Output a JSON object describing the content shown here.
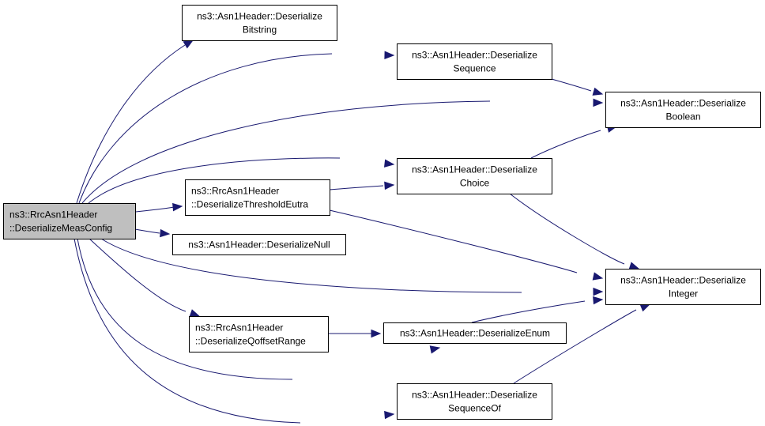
{
  "diagram": {
    "type": "call-graph",
    "colors": {
      "edge": "#191970",
      "root_fill": "#bfbfbf",
      "node_fill": "#ffffff",
      "node_border": "#000000"
    },
    "nodes": [
      {
        "id": "root",
        "lines": [
          "ns3::RrcAsn1Header",
          "::DeserializeMeasConfig"
        ],
        "root": true,
        "align": "left"
      },
      {
        "id": "bitstring",
        "lines": [
          "ns3::Asn1Header::Deserialize",
          "Bitstring"
        ],
        "align": "center"
      },
      {
        "id": "sequence",
        "lines": [
          "ns3::Asn1Header::Deserialize",
          "Sequence"
        ],
        "align": "center"
      },
      {
        "id": "boolean",
        "lines": [
          "ns3::Asn1Header::Deserialize",
          "Boolean"
        ],
        "align": "center"
      },
      {
        "id": "choice",
        "lines": [
          "ns3::Asn1Header::Deserialize",
          "Choice"
        ],
        "align": "center"
      },
      {
        "id": "threshold",
        "lines": [
          "ns3::RrcAsn1Header",
          "::DeserializeThresholdEutra"
        ],
        "align": "left"
      },
      {
        "id": "null",
        "lines": [
          "ns3::Asn1Header::DeserializeNull"
        ],
        "align": "center"
      },
      {
        "id": "integer",
        "lines": [
          "ns3::Asn1Header::Deserialize",
          "Integer"
        ],
        "align": "center"
      },
      {
        "id": "qoffset",
        "lines": [
          "ns3::RrcAsn1Header",
          "::DeserializeQoffsetRange"
        ],
        "align": "left"
      },
      {
        "id": "enum",
        "lines": [
          "ns3::Asn1Header::DeserializeEnum"
        ],
        "align": "center"
      },
      {
        "id": "sequenceof",
        "lines": [
          "ns3::Asn1Header::Deserialize",
          "SequenceOf"
        ],
        "align": "center"
      }
    ],
    "edges": [
      {
        "from": "root",
        "to": "bitstring"
      },
      {
        "from": "root",
        "to": "sequence"
      },
      {
        "from": "root",
        "to": "boolean"
      },
      {
        "from": "root",
        "to": "choice"
      },
      {
        "from": "root",
        "to": "threshold"
      },
      {
        "from": "root",
        "to": "null"
      },
      {
        "from": "root",
        "to": "integer"
      },
      {
        "from": "root",
        "to": "qoffset"
      },
      {
        "from": "root",
        "to": "enum"
      },
      {
        "from": "root",
        "to": "sequenceof"
      },
      {
        "from": "sequence",
        "to": "boolean"
      },
      {
        "from": "choice",
        "to": "boolean"
      },
      {
        "from": "choice",
        "to": "integer"
      },
      {
        "from": "threshold",
        "to": "choice"
      },
      {
        "from": "threshold",
        "to": "integer"
      },
      {
        "from": "qoffset",
        "to": "enum"
      },
      {
        "from": "enum",
        "to": "integer"
      },
      {
        "from": "sequenceof",
        "to": "integer"
      }
    ]
  }
}
